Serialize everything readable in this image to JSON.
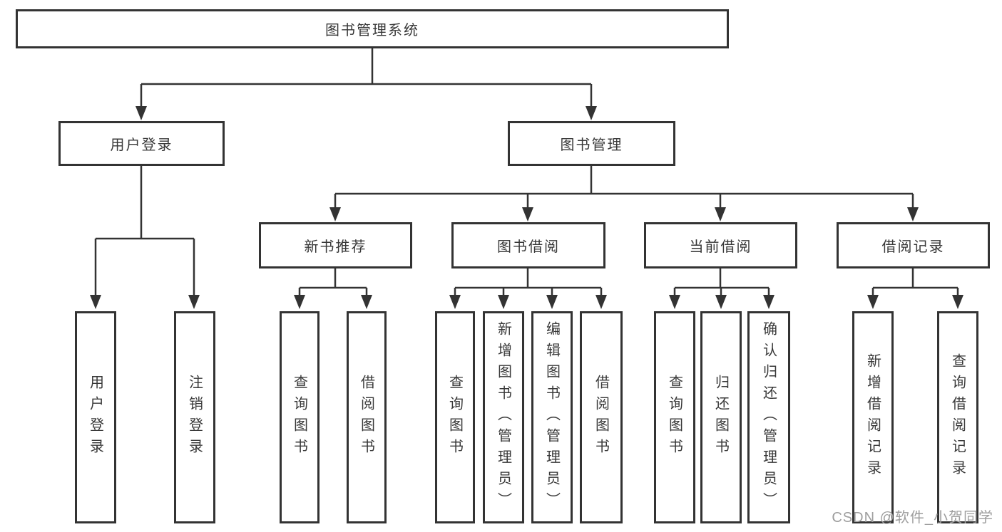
{
  "diagram": {
    "title": "图书管理系统",
    "level2": [
      {
        "label": "用户登录"
      },
      {
        "label": "图书管理"
      }
    ],
    "level3": [
      {
        "label": "新书推荐"
      },
      {
        "label": "图书借阅"
      },
      {
        "label": "当前借阅"
      },
      {
        "label": "借阅记录"
      }
    ],
    "leaves": [
      {
        "label": "用户登录"
      },
      {
        "label": "注销登录"
      },
      {
        "label": "查询图书"
      },
      {
        "label": "借阅图书"
      },
      {
        "label": "查询图书"
      },
      {
        "label": "新增图书（管理员）"
      },
      {
        "label": "编辑图书（管理员）"
      },
      {
        "label": "借阅图书"
      },
      {
        "label": "查询图书"
      },
      {
        "label": "归还图书"
      },
      {
        "label": "确认归还（管理员）"
      },
      {
        "label": "新增借阅记录"
      },
      {
        "label": "查询借阅记录"
      }
    ]
  },
  "watermark": {
    "text": "CSDN @软件_小贺同学",
    "color": "#9e9e9e"
  },
  "colors": {
    "line": "#333333",
    "text": "#383838",
    "background": "#ffffff"
  }
}
